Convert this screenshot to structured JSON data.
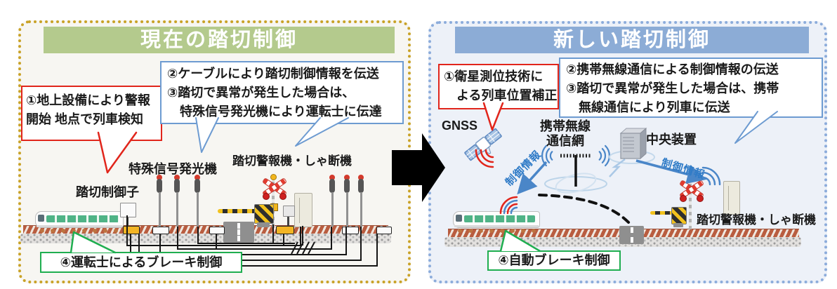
{
  "colors": {
    "left_border": "#c9a227",
    "right_border": "#8cacdb",
    "left_header_bg": "#b4ca8d",
    "right_header_bg": "#8cacd6",
    "red_accent": "#e1251b",
    "blue_accent": "#6d9bd1",
    "green_accent": "#1fae50",
    "flow_blue": "#2f7bc7",
    "arrow_blue": "#4a86c8"
  },
  "left_panel": {
    "title": "現在の踏切制御",
    "bubble_detect": {
      "lines": [
        "①地上設備により警報",
        "開始 地点で列車検知"
      ]
    },
    "bubble_cable": {
      "lines": [
        "②ケーブルにより踏切制御情報を伝送",
        "③踏切で異常が発生した場合は、",
        "　特殊信号発光機により運転士に伝達"
      ]
    },
    "bubble_brake": "④運転士によるブレーキ制御",
    "labels": {
      "crossing_controller": "踏切制御子",
      "special_signal": "特殊信号発光機",
      "crossing_alarm": "踏切警報機・しゃ断機"
    }
  },
  "right_panel": {
    "title": "新しい踏切制御",
    "bubble_gnss": {
      "lines": [
        "①衛星測位技術に",
        "　よる列車位置補正"
      ]
    },
    "bubble_mobile": {
      "lines": [
        "②携帯無線通信による制御情報の伝送",
        "③踏切で異常が発生した場合は、携帯",
        "　無線通信により列車に伝送"
      ]
    },
    "bubble_brake": "④自動ブレーキ制御",
    "labels": {
      "gnss": "GNSS",
      "mobile_network": [
        "携帯無線",
        "通信網"
      ],
      "central_device": "中央装置",
      "crossing_alarm": "踏切警報機・しゃ断機"
    },
    "flow_label": "制御情報"
  }
}
